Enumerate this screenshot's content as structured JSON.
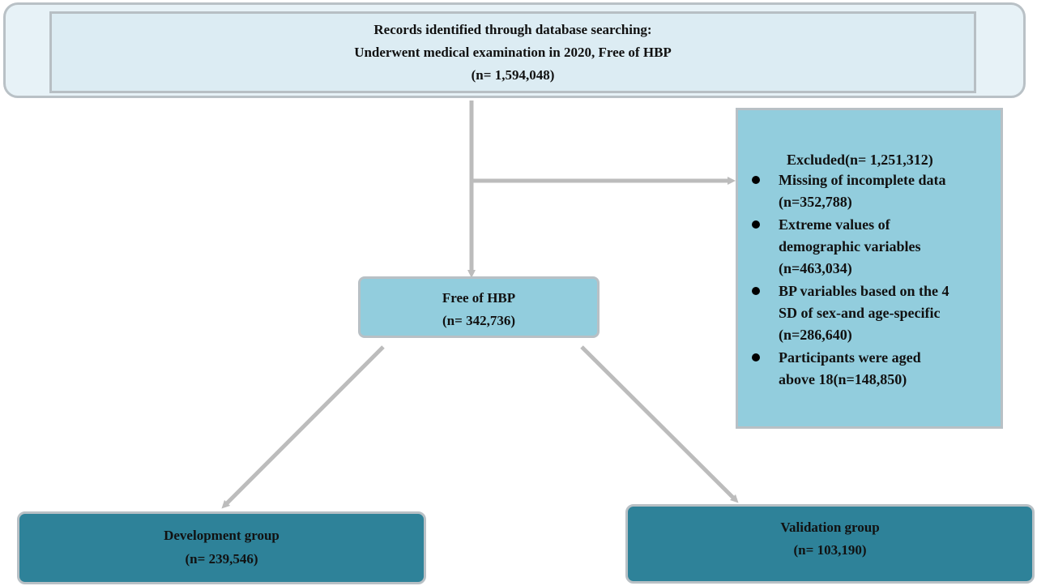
{
  "records": {
    "line1": "Records identified through database searching:",
    "line2": "Underwent medical examination in 2020, Free of HBP",
    "line3": "(n= 1,594,048)"
  },
  "excluded": {
    "title": "Excluded(n= 1,251,312)",
    "items": [
      {
        "lines": [
          "Missing of incomplete data",
          "(n=352,788)"
        ]
      },
      {
        "lines": [
          "Extreme values of",
          "demographic variables",
          "(n=463,034)"
        ]
      },
      {
        "lines": [
          "BP variables based on the 4",
          "SD of sex-and age-specific",
          "(n=286,640)"
        ]
      },
      {
        "lines": [
          "Participants were aged",
          "above 18(n=148,850)"
        ]
      }
    ]
  },
  "free": {
    "label": "Free of HBP",
    "count": "(n= 342,736)"
  },
  "development": {
    "label": "Development group",
    "count": "(n= 239,546)"
  },
  "validation": {
    "label": "Validation group",
    "count": "(n= 103,190)"
  },
  "colors": {
    "connector": "#bcbcbc",
    "light_box": "#92cddd",
    "dark_box": "#2e8299",
    "top_box": "#dcecf3"
  }
}
